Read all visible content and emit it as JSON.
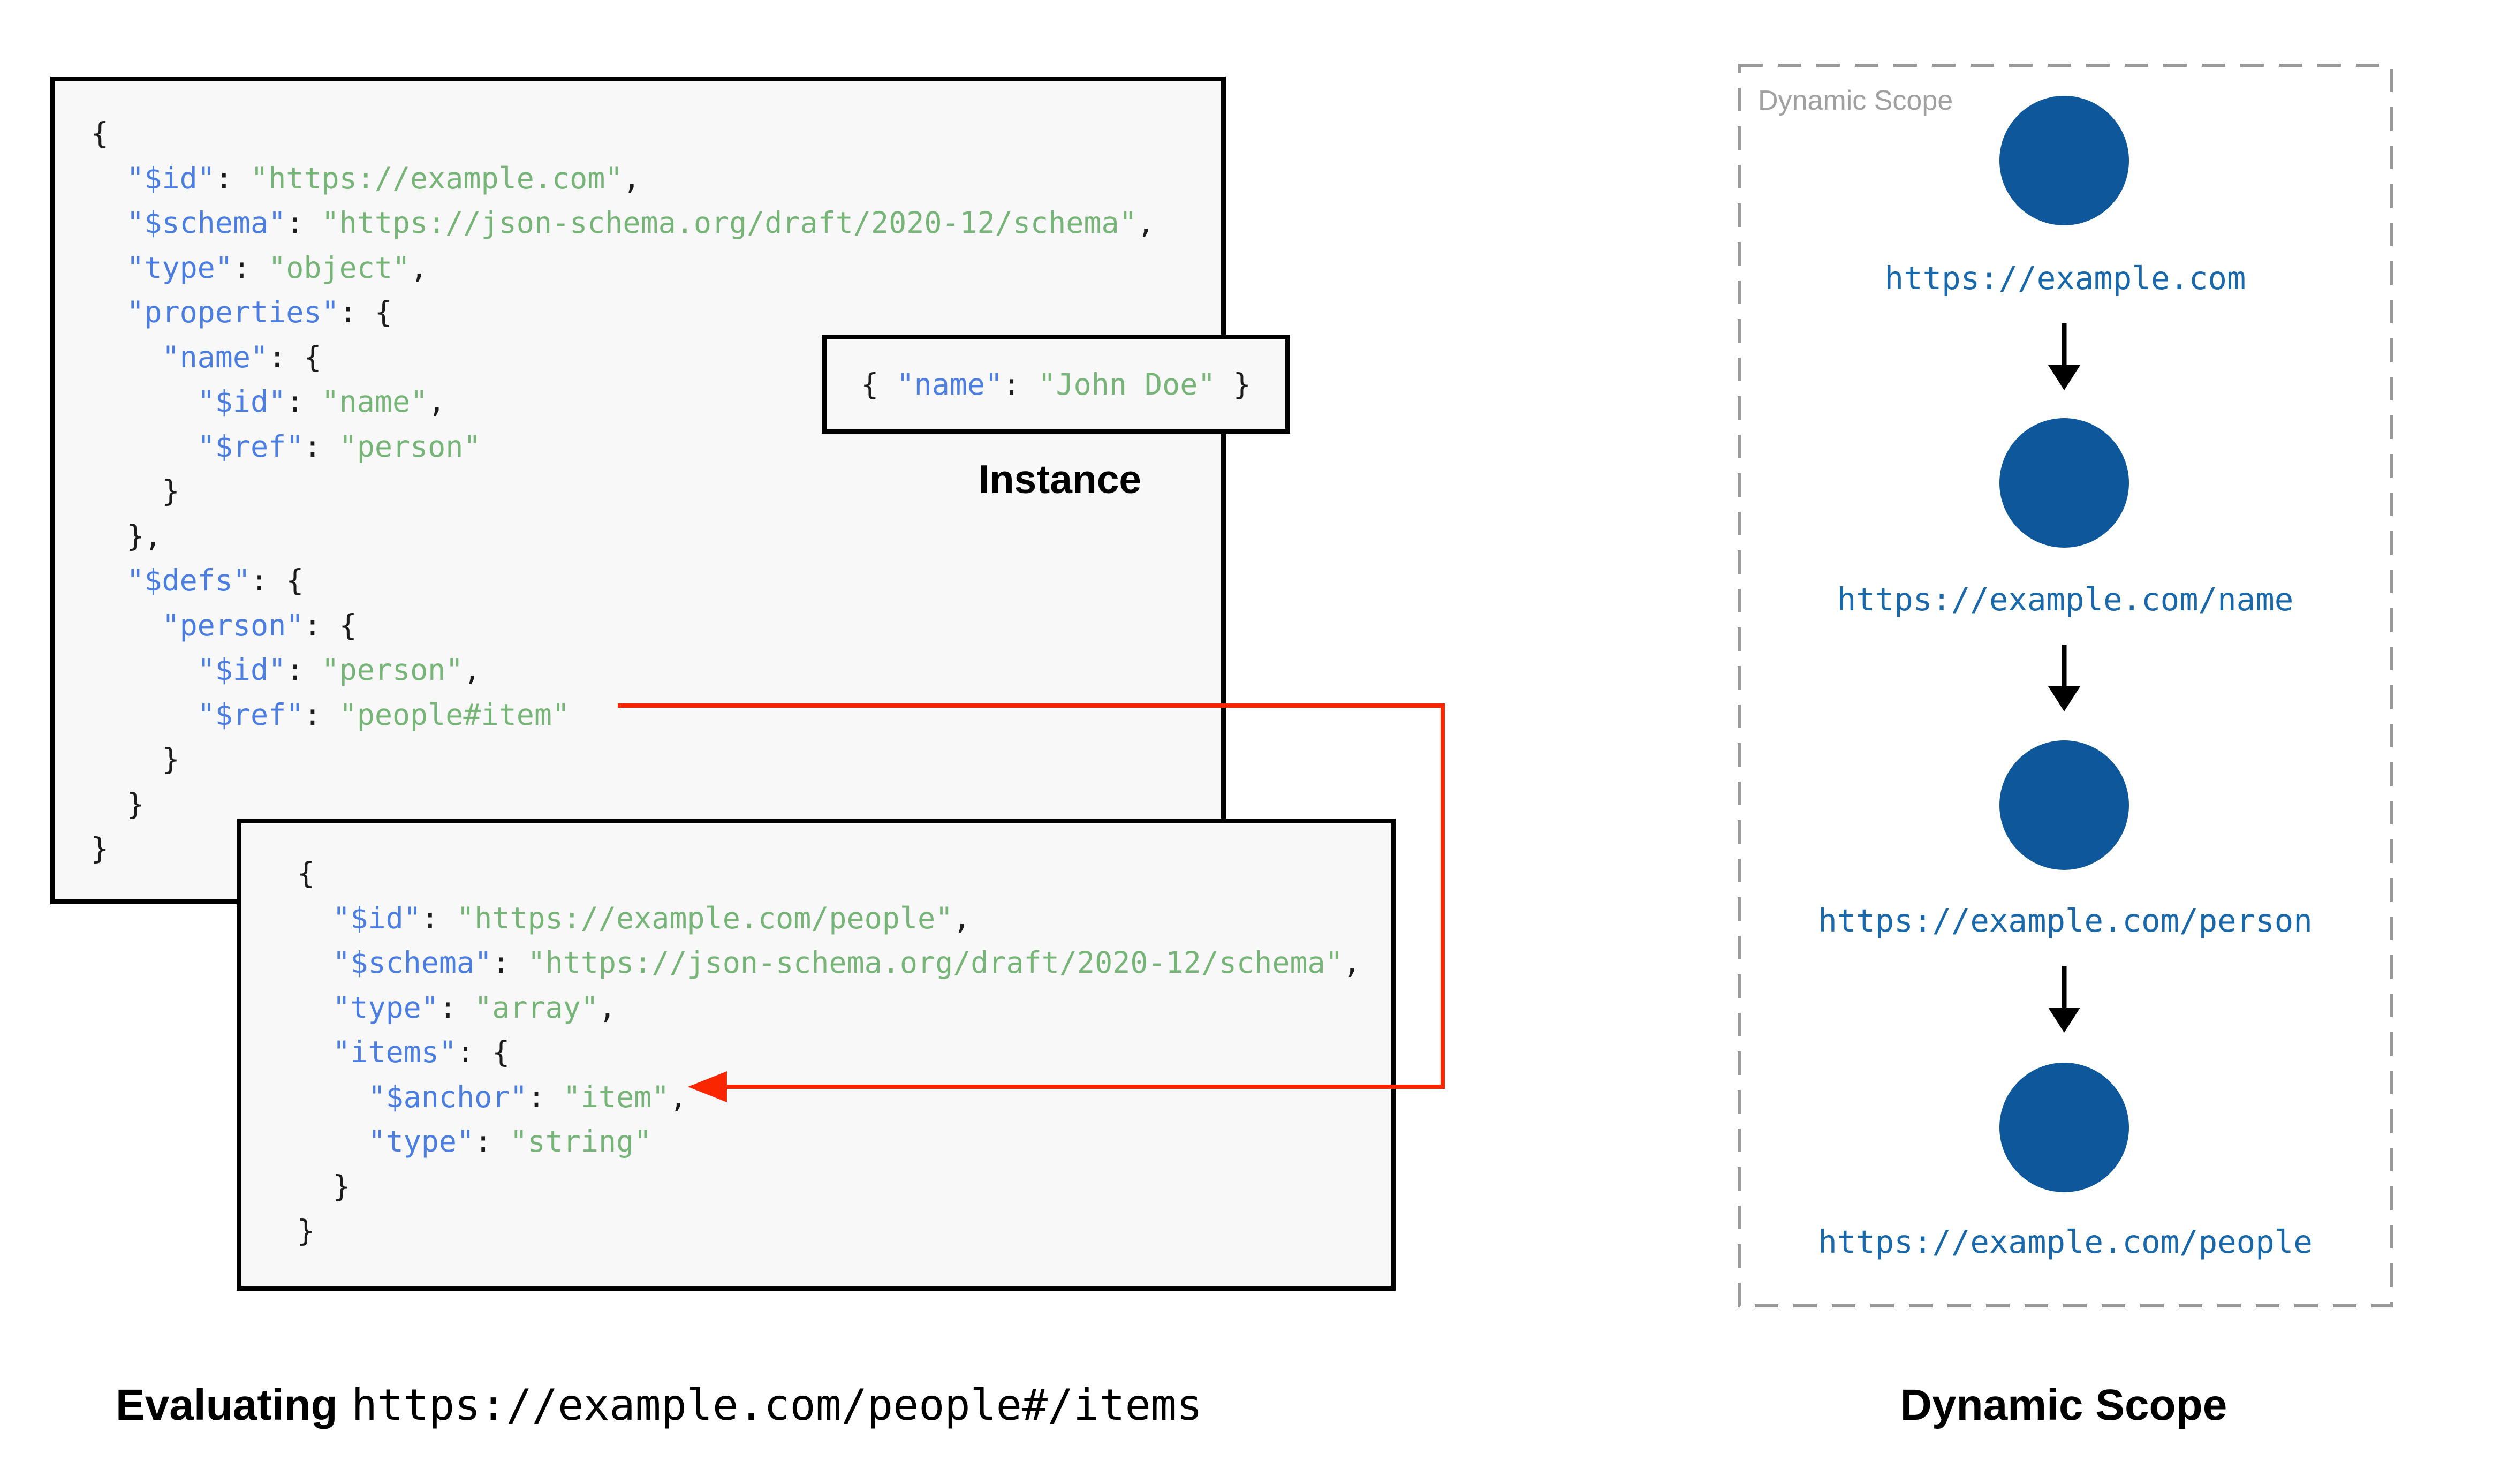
{
  "colors": {
    "key_blue": "#4b7ee0",
    "string_green": "#76b478",
    "punctuation_black": "#1c1c1c",
    "box_background": "#f8f8f8",
    "box_border": "#000000",
    "red_arrow": "#fa2600",
    "circle_blue": "#0e579b",
    "url_blue": "#1968aa",
    "watermark_gray": "#a0a0a0",
    "dashed_border_gray": "#999999"
  },
  "root_schema": {
    "lines": [
      [
        [
          "p",
          "{"
        ]
      ],
      [
        [
          "p",
          "  "
        ],
        [
          "k",
          "\"$id\""
        ],
        [
          "p",
          ": "
        ],
        [
          "s",
          "\"https://example.com\""
        ],
        [
          "p",
          ","
        ]
      ],
      [
        [
          "p",
          "  "
        ],
        [
          "k",
          "\"$schema\""
        ],
        [
          "p",
          ": "
        ],
        [
          "s",
          "\"https://json-schema.org/draft/2020-12/schema\""
        ],
        [
          "p",
          ","
        ]
      ],
      [
        [
          "p",
          "  "
        ],
        [
          "k",
          "\"type\""
        ],
        [
          "p",
          ": "
        ],
        [
          "s",
          "\"object\""
        ],
        [
          "p",
          ","
        ]
      ],
      [
        [
          "p",
          "  "
        ],
        [
          "k",
          "\"properties\""
        ],
        [
          "p",
          ": {"
        ]
      ],
      [
        [
          "p",
          "    "
        ],
        [
          "k",
          "\"name\""
        ],
        [
          "p",
          ": {"
        ]
      ],
      [
        [
          "p",
          "      "
        ],
        [
          "k",
          "\"$id\""
        ],
        [
          "p",
          ": "
        ],
        [
          "s",
          "\"name\""
        ],
        [
          "p",
          ","
        ]
      ],
      [
        [
          "p",
          "      "
        ],
        [
          "k",
          "\"$ref\""
        ],
        [
          "p",
          ": "
        ],
        [
          "s",
          "\"person\""
        ]
      ],
      [
        [
          "p",
          "    }"
        ]
      ],
      [
        [
          "p",
          "  },"
        ]
      ],
      [
        [
          "p",
          "  "
        ],
        [
          "k",
          "\"$defs\""
        ],
        [
          "p",
          ": {"
        ]
      ],
      [
        [
          "p",
          "    "
        ],
        [
          "k",
          "\"person\""
        ],
        [
          "p",
          ": {"
        ]
      ],
      [
        [
          "p",
          "      "
        ],
        [
          "k",
          "\"$id\""
        ],
        [
          "p",
          ": "
        ],
        [
          "s",
          "\"person\""
        ],
        [
          "p",
          ","
        ]
      ],
      [
        [
          "p",
          "      "
        ],
        [
          "k",
          "\"$ref\""
        ],
        [
          "p",
          ": "
        ],
        [
          "s",
          "\"people#item\""
        ]
      ],
      [
        [
          "p",
          "    }"
        ]
      ],
      [
        [
          "p",
          "  }"
        ]
      ],
      [
        [
          "p",
          "}"
        ]
      ]
    ]
  },
  "people_schema": {
    "lines": [
      [
        [
          "p",
          "{"
        ]
      ],
      [
        [
          "p",
          "  "
        ],
        [
          "k",
          "\"$id\""
        ],
        [
          "p",
          ": "
        ],
        [
          "s",
          "\"https://example.com/people\""
        ],
        [
          "p",
          ","
        ]
      ],
      [
        [
          "p",
          "  "
        ],
        [
          "k",
          "\"$schema\""
        ],
        [
          "p",
          ": "
        ],
        [
          "s",
          "\"https://json-schema.org/draft/2020-12/schema\""
        ],
        [
          "p",
          ","
        ]
      ],
      [
        [
          "p",
          "  "
        ],
        [
          "k",
          "\"type\""
        ],
        [
          "p",
          ": "
        ],
        [
          "s",
          "\"array\""
        ],
        [
          "p",
          ","
        ]
      ],
      [
        [
          "p",
          "  "
        ],
        [
          "k",
          "\"items\""
        ],
        [
          "p",
          ": {"
        ]
      ],
      [
        [
          "p",
          "    "
        ],
        [
          "k",
          "\"$anchor\""
        ],
        [
          "p",
          ": "
        ],
        [
          "s",
          "\"item\""
        ],
        [
          "p",
          ","
        ]
      ],
      [
        [
          "p",
          "    "
        ],
        [
          "k",
          "\"type\""
        ],
        [
          "p",
          ": "
        ],
        [
          "s",
          "\"string\""
        ]
      ],
      [
        [
          "p",
          "  }"
        ]
      ],
      [
        [
          "p",
          "}"
        ]
      ]
    ]
  },
  "instance": {
    "label": "Instance",
    "lines": [
      [
        [
          "p",
          "{ "
        ],
        [
          "k",
          "\"name\""
        ],
        [
          "p",
          ": "
        ],
        [
          "s",
          "\"John Doe\""
        ],
        [
          "p",
          " }"
        ]
      ]
    ]
  },
  "scope_panel": {
    "watermark": "Dynamic Scope",
    "nodes": [
      "https://example.com",
      "https://example.com/name",
      "https://example.com/person",
      "https://example.com/people"
    ]
  },
  "captions": {
    "evaluating_bold": "Evaluating",
    "evaluating_uri": "https://example.com/people#/items",
    "scope_caption": "Dynamic Scope"
  }
}
